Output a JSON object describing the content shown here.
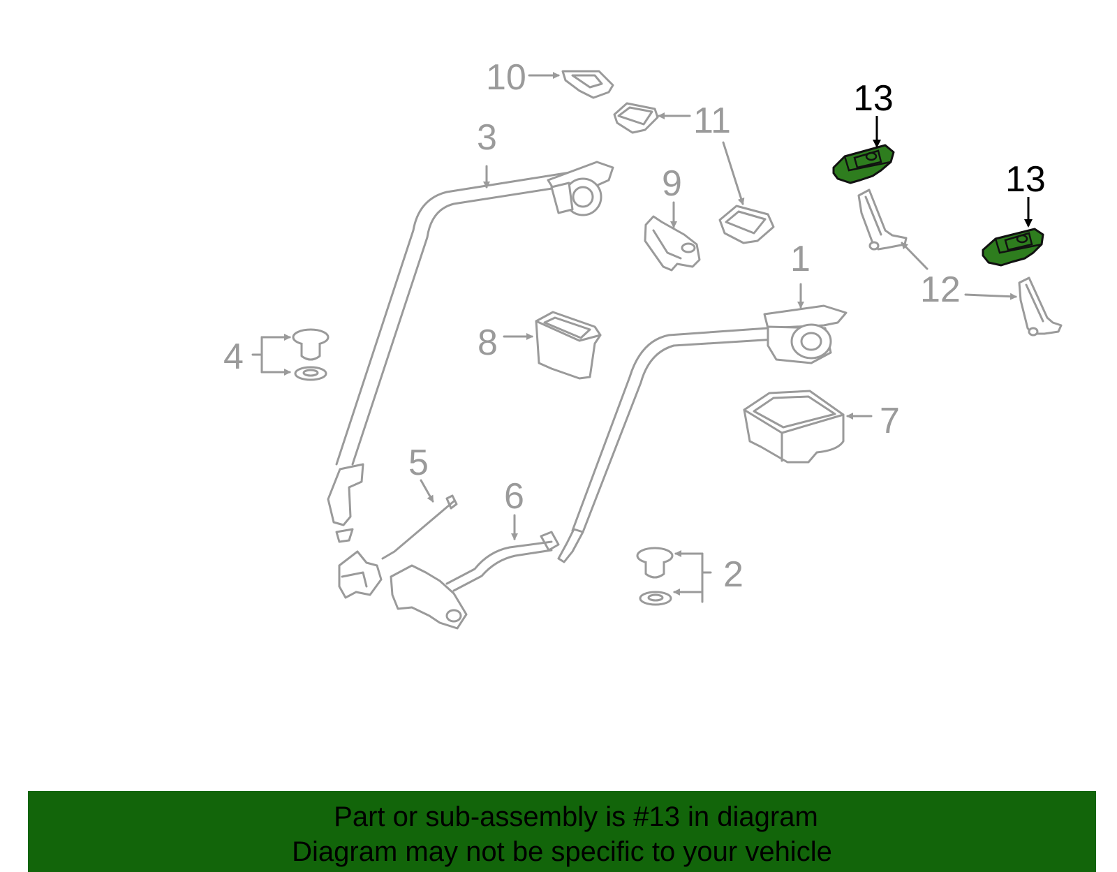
{
  "diagram": {
    "callouts": [
      {
        "id": "1",
        "label": "1"
      },
      {
        "id": "2",
        "label": "2"
      },
      {
        "id": "3",
        "label": "3"
      },
      {
        "id": "4",
        "label": "4"
      },
      {
        "id": "5",
        "label": "5"
      },
      {
        "id": "6",
        "label": "6"
      },
      {
        "id": "7",
        "label": "7"
      },
      {
        "id": "8",
        "label": "8"
      },
      {
        "id": "9",
        "label": "9"
      },
      {
        "id": "10",
        "label": "10"
      },
      {
        "id": "11",
        "label": "11"
      },
      {
        "id": "12",
        "label": "12"
      },
      {
        "id": "13a",
        "label": "13"
      },
      {
        "id": "13b",
        "label": "13"
      }
    ],
    "highlighted_part": "13",
    "colors": {
      "highlight_fill": "#2e7d1e",
      "part_line": "#9a9a9a",
      "banner_bg": "#12650a",
      "banner_text": "#000000"
    }
  },
  "banner": {
    "line1": "Part or sub-assembly is #13 in diagram",
    "line2": "Diagram may not be specific to your vehicle"
  }
}
